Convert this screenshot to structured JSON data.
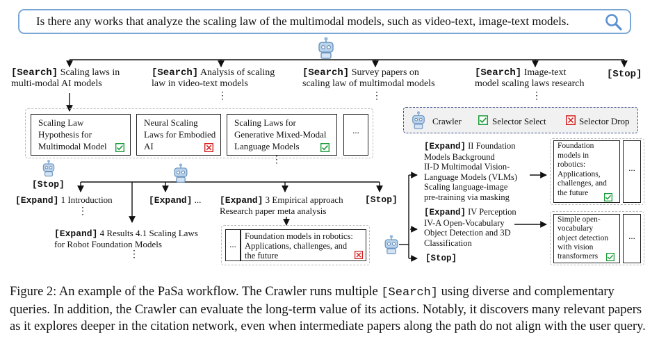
{
  "query": "Is there any works that analyze the scaling law of the multimodal models, such as video-text, image-text models.",
  "icons": {
    "search": "magnifier-icon",
    "crawler": "robot-icon",
    "select": "green-check-icon",
    "drop": "red-x-icon"
  },
  "colors": {
    "query_border": "#7aa6d6",
    "check": "#1c9b3a",
    "cross": "#d62020",
    "legend_border": "#3c4a8a"
  },
  "search_actions": [
    {
      "tag": "[Search]",
      "text_a": " Scaling laws in",
      "text_b": "multi-modal AI models"
    },
    {
      "tag": "[Search]",
      "text_a": " Analysis of scaling",
      "text_b": "law in video-text models"
    },
    {
      "tag": "[Search]",
      "text_a": " Survey papers on",
      "text_b": "scaling law of multimodal models"
    },
    {
      "tag": "[Search]",
      "text_a": " Image-text",
      "text_b": "model scaling laws research"
    },
    {
      "tag": "[Stop]"
    }
  ],
  "ellipsis": "⋮",
  "more": "...",
  "papers_row1": [
    {
      "lines": [
        "Scaling Law",
        "Hypothesis for",
        "Multimodal Model"
      ],
      "status": "select"
    },
    {
      "lines": [
        "Neural Scaling",
        "Laws for Embodied",
        "AI"
      ],
      "status": "drop"
    },
    {
      "lines": [
        "Scaling Laws for",
        "Generative Mixed-Modal",
        "Language Models"
      ],
      "status": "select"
    }
  ],
  "legend": {
    "crawler": "Crawler",
    "select": "Selector Select",
    "drop": "Selector Drop"
  },
  "stop_label": "[Stop]",
  "expand_tag": "[Expand]",
  "expand_intro": " 1 Introduction",
  "expand_dots": " ...",
  "expand_empirical_a": " 3 Empirical approach",
  "expand_empirical_b": "Research paper meta analysis",
  "expand_results_a": " 4 Results 4.1 Scaling Laws",
  "expand_results_b": "for Robot Foundation Models",
  "paper_foundation": [
    "Foundation models in robotics:",
    "Applications, challenges, and",
    "the future"
  ],
  "expand_right1": [
    " II Foundation",
    "Models Background",
    "II-D Multimodal Vision-",
    "Language Models (VLMs)",
    "Scaling language-image",
    "pre-training via masking"
  ],
  "expand_right2": [
    " IV Perception",
    "IV-A Open-Vocabulary",
    "Object Detection and 3D",
    "Classification"
  ],
  "paper_right1": [
    "Foundation",
    "models in",
    "robotics:",
    "Applications,",
    "challenges, and",
    "the future"
  ],
  "paper_right2": [
    "Simple open-",
    "vocabulary",
    "object detection",
    "with vision",
    "transformers"
  ],
  "caption": {
    "label": "Figure 2: An example of the PaSa workflow. The Crawler runs multiple ",
    "tag": "[Search]",
    "rest": " using diverse and complementary queries. In addition, the Crawler can evaluate the long-term value of its actions. Notably, it discovers many relevant papers as it explores deeper in the citation network, even when intermediate papers along the path do not align with the user query."
  }
}
